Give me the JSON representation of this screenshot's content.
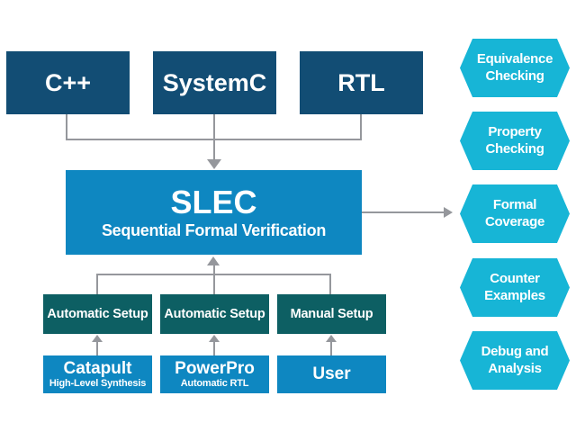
{
  "colors": {
    "navy": "#124d74",
    "blue": "#0e87c1",
    "teal": "#0d5f63",
    "cyan": "#17b5d6",
    "connector": "#95979c",
    "text": "#ffffff",
    "background": "#ffffff"
  },
  "sources": [
    {
      "label": "C++"
    },
    {
      "label": "SystemC"
    },
    {
      "label": "RTL"
    }
  ],
  "slec": {
    "title": "SLEC",
    "subtitle": "Sequential Formal Verification"
  },
  "setups": [
    {
      "label": "Automatic Setup"
    },
    {
      "label": "Automatic Setup"
    },
    {
      "label": "Manual Setup"
    }
  ],
  "tools": [
    {
      "title": "Catapult",
      "subtitle": "High-Level Synthesis"
    },
    {
      "title": "PowerPro",
      "subtitle": "Automatic RTL"
    },
    {
      "title": "User"
    }
  ],
  "outputs": [
    {
      "line1": "Equivalence",
      "line2": "Checking"
    },
    {
      "line1": "Property",
      "line2": "Checking"
    },
    {
      "line1": "Formal",
      "line2": "Coverage"
    },
    {
      "line1": "Counter",
      "line2": "Examples"
    },
    {
      "line1": "Debug and",
      "line2": "Analysis"
    }
  ]
}
